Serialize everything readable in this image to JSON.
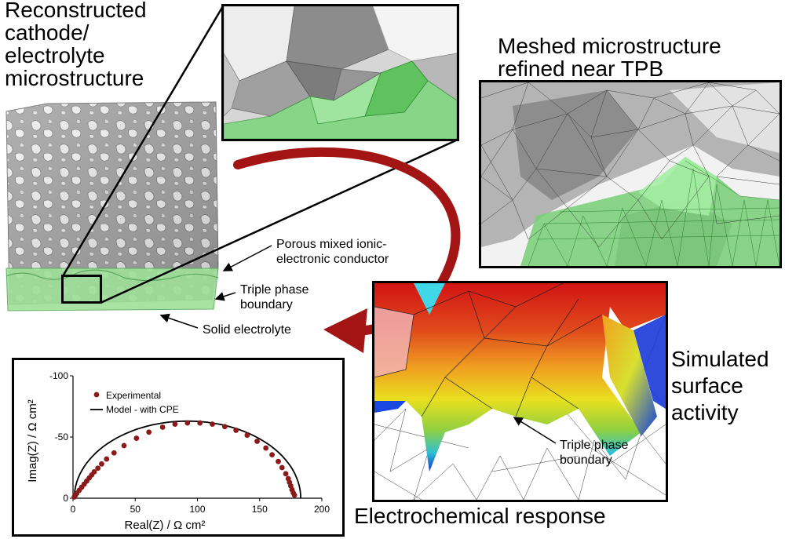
{
  "titles": {
    "reconstructed": [
      "Reconstructed",
      "cathode/",
      "electrolyte",
      "microstructure"
    ],
    "meshed": [
      "Meshed microstructure",
      "refined near TPB"
    ],
    "simulated": [
      "Simulated",
      "surface",
      "activity"
    ],
    "electrochemical": "Electrochemical response"
  },
  "labels": {
    "porous": [
      "Porous mixed ionic-",
      "electronic conductor"
    ],
    "tpb": [
      "Triple phase",
      "boundary"
    ],
    "electrolyte": "Solid electrolyte",
    "tpb_activity": [
      "Triple phase",
      "boundary"
    ]
  },
  "colors": {
    "grey_solid": "#9a9a9a",
    "green_electrolyte": "#8fd98f",
    "arrow_red": "#a31515",
    "experimental_marker": "#8b1a1a"
  },
  "chart_data": {
    "type": "scatter",
    "xlabel": "Real(Z) / Ω cm²",
    "ylabel": "Imag(Z) / Ω cm²",
    "xlim": [
      0,
      200
    ],
    "ylim": [
      0,
      -100
    ],
    "x_ticks": [
      "0",
      "50",
      "100",
      "150",
      "200"
    ],
    "y_ticks": [
      "0",
      "-50",
      "-100"
    ],
    "legend_position": "top-left",
    "series": [
      {
        "name": "Experimental",
        "marker": "circle",
        "points": [
          [
            1,
            -1
          ],
          [
            2,
            -2.5
          ],
          [
            3,
            -4
          ],
          [
            5,
            -6.5
          ],
          [
            7,
            -9
          ],
          [
            9,
            -11.5
          ],
          [
            11,
            -14
          ],
          [
            13,
            -16.5
          ],
          [
            15,
            -19
          ],
          [
            17,
            -21.5
          ],
          [
            20,
            -24.5
          ],
          [
            23,
            -28
          ],
          [
            27,
            -32
          ],
          [
            33,
            -37
          ],
          [
            41,
            -43
          ],
          [
            51,
            -49
          ],
          [
            61,
            -54
          ],
          [
            72,
            -58
          ],
          [
            82,
            -60.5
          ],
          [
            92,
            -61.5
          ],
          [
            102,
            -61.5
          ],
          [
            112,
            -60.5
          ],
          [
            122,
            -58.5
          ],
          [
            131,
            -55.5
          ],
          [
            140,
            -51.5
          ],
          [
            148,
            -46.5
          ],
          [
            155,
            -41
          ],
          [
            160,
            -35.5
          ],
          [
            165,
            -30
          ],
          [
            168,
            -25
          ],
          [
            171,
            -20
          ],
          [
            173,
            -16
          ],
          [
            174,
            -13
          ],
          [
            175,
            -10
          ],
          [
            176,
            -7
          ],
          [
            177,
            -4.5
          ],
          [
            178,
            -2.5
          ]
        ]
      },
      {
        "name": "Model - with CPE",
        "line": true,
        "center": 92,
        "radius": 91,
        "min_imag": -63
      }
    ]
  }
}
